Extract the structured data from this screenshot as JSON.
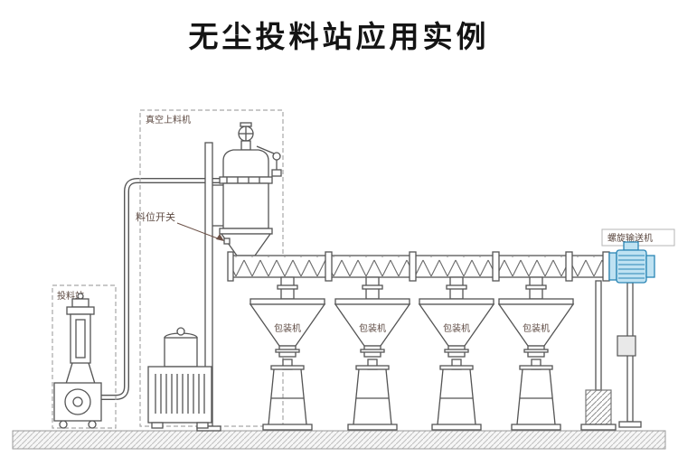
{
  "title": "无尘投料站应用实例",
  "labels": {
    "vacuum_feeder": "真空上料机",
    "level_switch": "料位开关",
    "feeding_station": "投料站",
    "screw_conveyor": "螺旋输送机"
  },
  "packing_machines": [
    {
      "label": "包装机"
    },
    {
      "label": "包装机"
    },
    {
      "label": "包装机"
    },
    {
      "label": "包装机"
    }
  ],
  "colors": {
    "line": "#555555",
    "label_text": "#5d4a42",
    "title_text": "#141414",
    "motor_fill": "#bfe2f2",
    "motor_stroke": "#2a85b5"
  }
}
